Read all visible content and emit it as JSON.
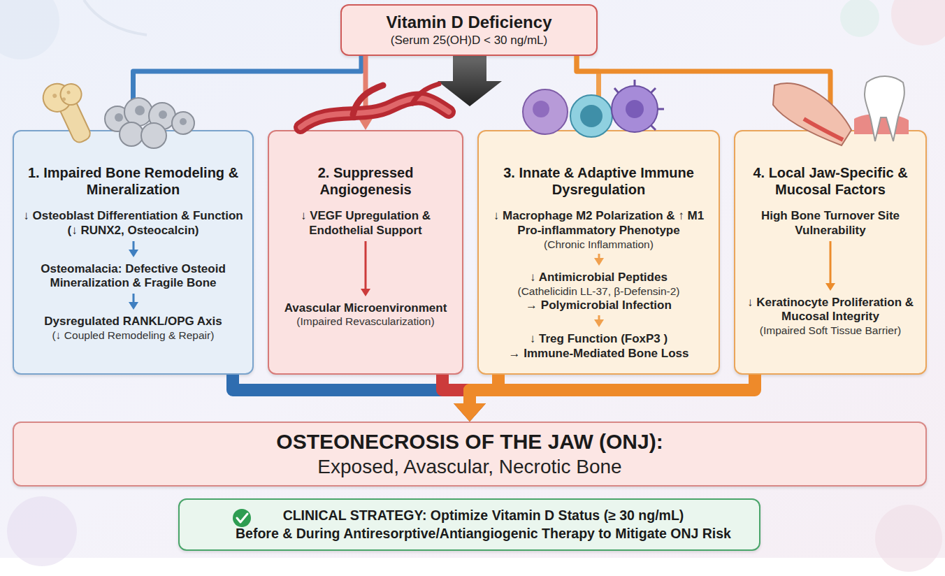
{
  "diagram": {
    "nodes": [
      {
        "text": [
          "Vitamin D Deficiency",
          "(Serum 25(OH)D < 30 ng/mL)"
        ]
      },
      {
        "text": [
          "1. Impaired Bone Remodeling & Mineralization",
          "↓ Osteoblast Differentiation & Function (↓ RUNX2, Osteocalcin)",
          "Osteomalacia: Defective Osteoid Mineralization & Fragile Bone",
          "Dysregulated RANKL/OPG Axis",
          "(↓ Coupled Remodeling & Repair)"
        ]
      },
      {
        "text": [
          "2. Suppressed Angiogenesis",
          "↓ VEGF Upregulation & Endothelial Support",
          "Avascular Microenvironment",
          "(Impaired Revascularization)"
        ]
      },
      {
        "text": [
          "3. Innate & Adaptive Immune Dysregulation",
          "↓ Macrophage M2 Polarization & ↑ M1 Pro-inflammatory Phenotype",
          "(Chronic Inflammation)",
          "↓ Antimicrobial Peptides",
          "(Cathelicidin LL-37, β-Defensin-2)",
          "→ Polymicrobial Infection",
          "↓ Treg Function (FoxP3 )",
          "→ Immune-Mediated Bone Loss"
        ]
      },
      {
        "text": [
          "4. Local Jaw-Specific & Mucosal Factors",
          "High Bone Turnover Site Vulnerability",
          "↓ Keratinocyte Proliferation & Mucosal Integrity",
          "(Impaired Soft Tissue Barrier)"
        ]
      },
      {
        "text": [
          "OSTEONECROSIS OF THE JAW (ONJ):",
          "Exposed, Avascular, Necrotic Bone"
        ]
      },
      {
        "text": [
          "CLINICAL STRATEGY: Optimize Vitamin D Status (≥ 30 ng/mL)",
          "Before & During Antiresorptive/Antiangiogenic Therapy to Mitigate ONJ Risk"
        ]
      }
    ],
    "edges": [
      {
        "from": 0,
        "to": 1,
        "arrow": "to"
      },
      {
        "from": 0,
        "to": 2,
        "arrow": "to"
      },
      {
        "from": 0,
        "to": 3,
        "arrow": "to"
      },
      {
        "from": 0,
        "to": 4,
        "arrow": "to"
      },
      {
        "from": 1,
        "to": 5,
        "arrow": "to"
      },
      {
        "from": 2,
        "to": 5,
        "arrow": "to"
      },
      {
        "from": 3,
        "to": 5,
        "arrow": "to"
      },
      {
        "from": 4,
        "to": 5,
        "arrow": "to"
      }
    ]
  }
}
